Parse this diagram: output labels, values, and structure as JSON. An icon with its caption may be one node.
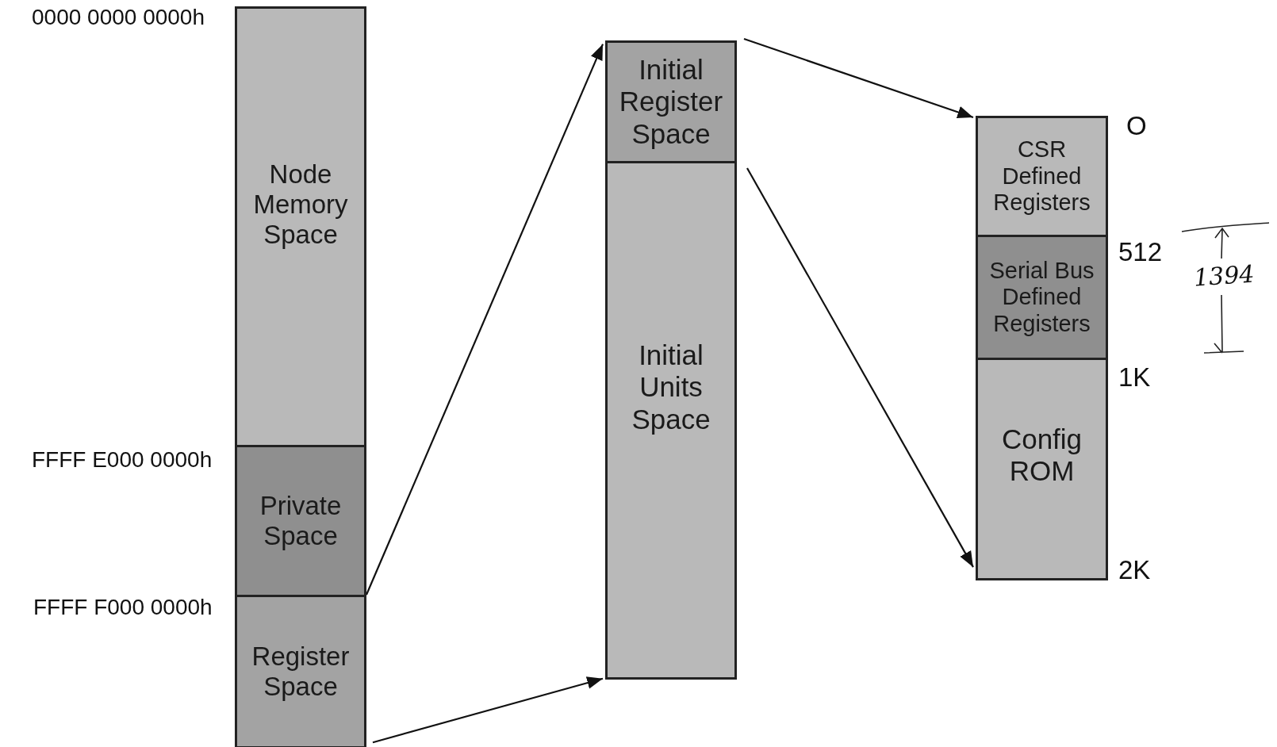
{
  "diagram": {
    "nodes": [
      {
        "text": [
          "Node Memory Space"
        ]
      },
      {
        "text": [
          "Private Space"
        ]
      },
      {
        "text": [
          "Register Space"
        ]
      },
      {
        "text": [
          "Initial Register Space"
        ]
      },
      {
        "text": [
          "Initial Units Space"
        ]
      },
      {
        "text": [
          "CSR Defined Registers"
        ]
      },
      {
        "text": [
          "Serial Bus Defined Registers"
        ]
      },
      {
        "text": [
          "Config ROM"
        ]
      }
    ],
    "edges": [
      {
        "from": 2,
        "to": 3,
        "arrow": "to"
      },
      {
        "from": 2,
        "to": 4,
        "arrow": "to"
      },
      {
        "from": 3,
        "to": 5,
        "arrow": "to"
      },
      {
        "from": 3,
        "to": 7,
        "arrow": "to"
      }
    ],
    "labels": [
      "0000 0000 0000h",
      "FFFF E000 0000h",
      "FFFF F000 0000h",
      "O",
      "512",
      "1394",
      "1K",
      "2K"
    ]
  }
}
